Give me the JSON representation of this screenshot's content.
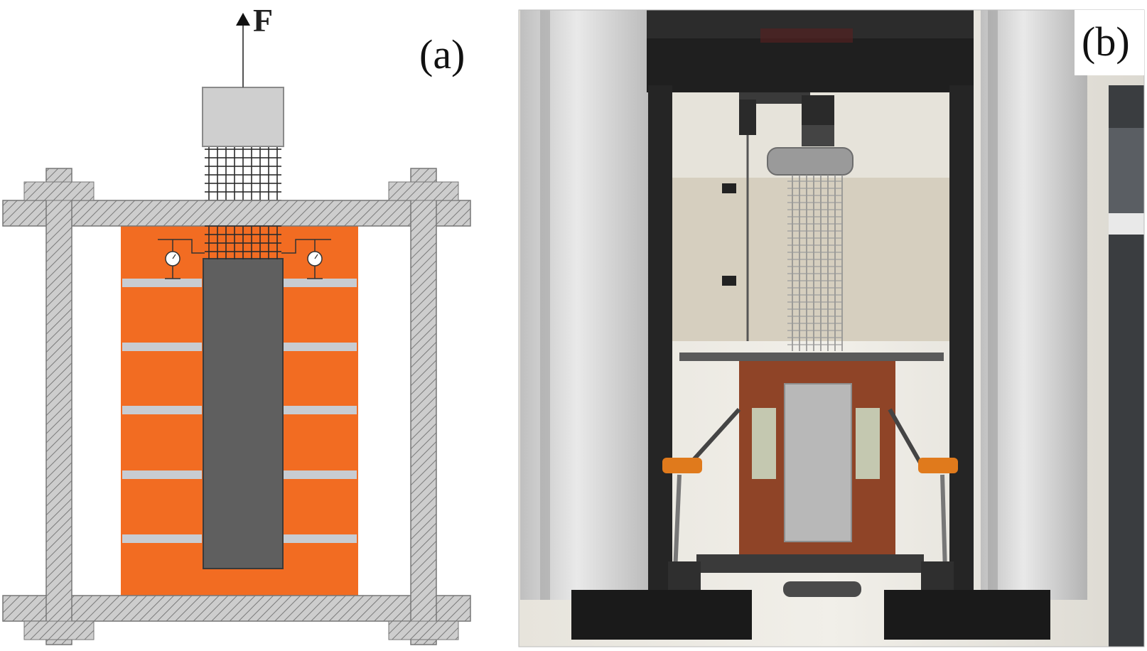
{
  "panel_a": {
    "label": "(a)",
    "force_label": "F",
    "colors": {
      "steel_frame": "#c9c9c9",
      "hatch": "#6f6f6f",
      "soil_box": "#f26c22",
      "specimen": "#5f5f5f",
      "clamp": "#cfcfcf",
      "geogrid": "#2b2b2b",
      "separator": "#c8ccd2"
    },
    "components": {
      "top_beam": "frame-top-beam",
      "bottom_beam": "frame-bottom-beam",
      "columns": [
        "frame-left-column",
        "frame-right-column"
      ],
      "gauges": [
        "left-dial-gauge",
        "right-dial-gauge"
      ],
      "separator_count": 5
    }
  },
  "panel_b": {
    "label": "(b)",
    "description_icon": "photo-testing-machine"
  }
}
